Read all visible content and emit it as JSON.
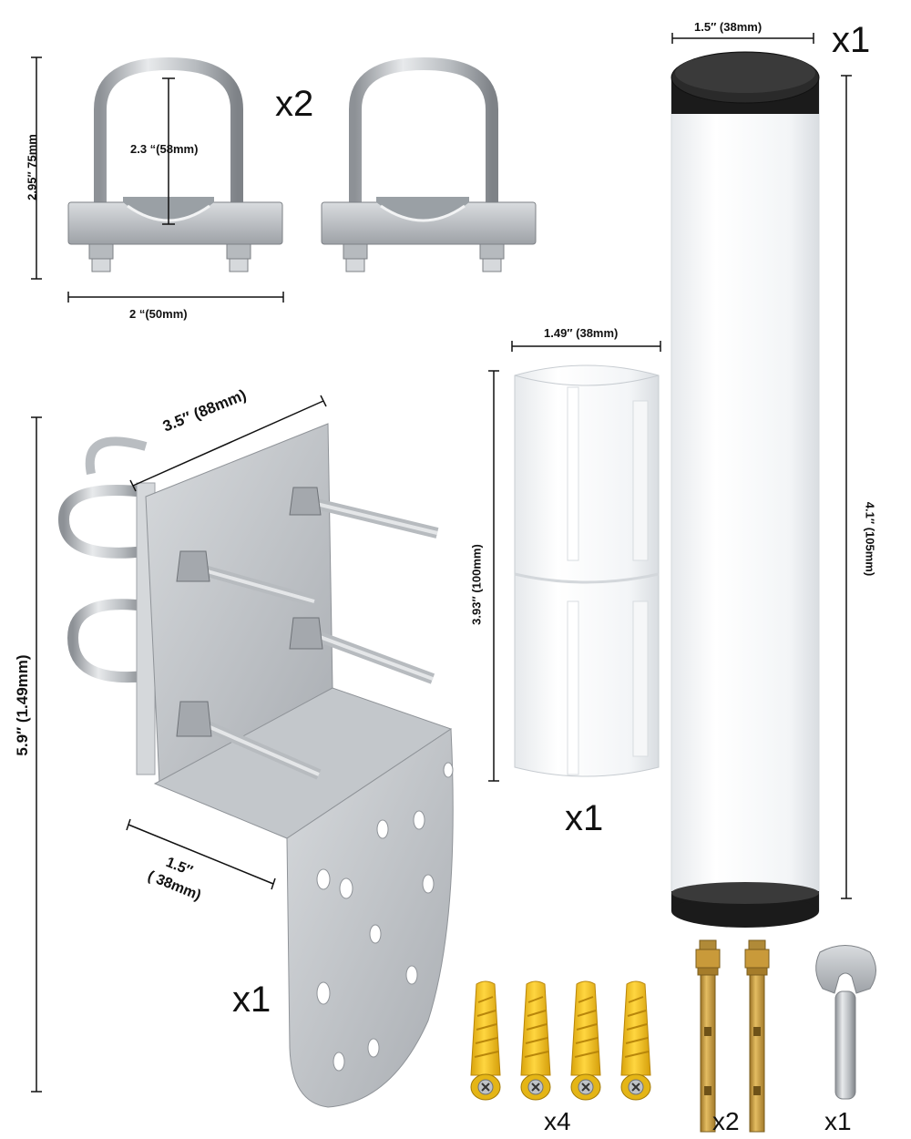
{
  "products": {
    "u_bolt_clamps": {
      "height": "2.95″ 75mm",
      "inner_height": "2.3 “(58mm)",
      "width": "2 “(50mm)",
      "quantity": "x2"
    },
    "wall_bracket": {
      "height": "5.9″ (1.49mm)",
      "plate_width": "3.5″ (88mm)",
      "base_width_line1": "1.5″",
      "base_width_line2": "( 38mm)",
      "quantity": "x1"
    },
    "sleeve": {
      "diameter": "1.49″ (38mm)",
      "height": "3.93″ (100mm)",
      "quantity": "x1"
    },
    "pole": {
      "diameter": "1.5″ (38mm)",
      "height": "4.1″ (105mm)",
      "quantity": "x1"
    },
    "wall_anchors": {
      "quantity": "x4"
    },
    "expansion_bolts": {
      "quantity": "x2"
    },
    "wrench": {
      "quantity": "x1"
    }
  },
  "colors": {
    "metal": "#c9ccd0",
    "metal_dark": "#8d9196",
    "anchor_yellow": "#f2c21a",
    "brass": "#c99a3a",
    "cap_black": "#1b1b1b"
  }
}
